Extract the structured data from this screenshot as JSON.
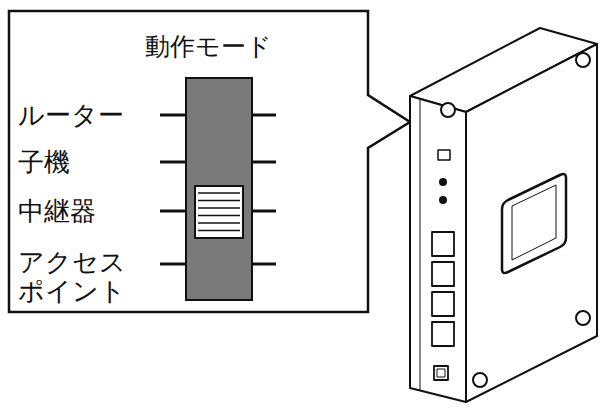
{
  "diagram": {
    "labels": [
      "動作モード",
      "ルーター",
      "子機",
      "中継器",
      "アクセス ポイント"
    ]
  }
}
